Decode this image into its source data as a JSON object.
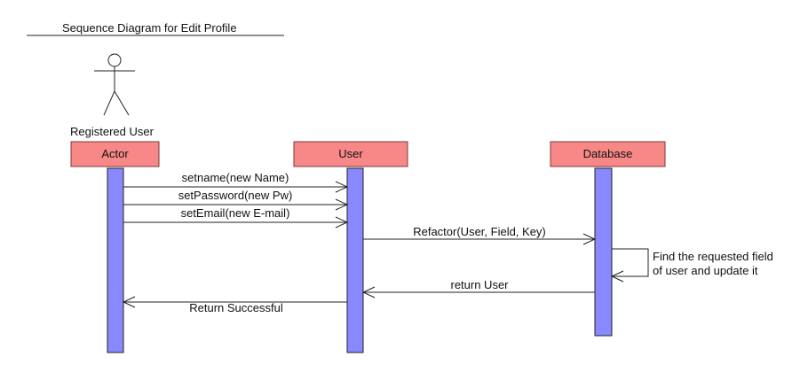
{
  "diagram": {
    "title": "Sequence Diagram for Edit Profile",
    "actor_label": "Registered User",
    "colors": {
      "lifeline_box": "#f88888",
      "activation": "#8888ff",
      "line": "#222222"
    },
    "lifelines": [
      {
        "id": "actor",
        "label": "Actor"
      },
      {
        "id": "user",
        "label": "User"
      },
      {
        "id": "database",
        "label": "Database"
      }
    ],
    "messages": [
      {
        "from": "actor",
        "to": "user",
        "label": "setname(new Name)"
      },
      {
        "from": "actor",
        "to": "user",
        "label": "setPassword(new Pw)"
      },
      {
        "from": "actor",
        "to": "user",
        "label": "setEmail(new E-mail)"
      },
      {
        "from": "user",
        "to": "database",
        "label": "Refactor(User, Field, Key)"
      },
      {
        "from": "database",
        "to": "database",
        "label": "Find the requested field of user and update it",
        "label_lines": [
          "Find the requested field",
          "of user and update it"
        ]
      },
      {
        "from": "database",
        "to": "user",
        "label": "return User"
      },
      {
        "from": "user",
        "to": "actor",
        "label": "Return Successful"
      }
    ]
  }
}
